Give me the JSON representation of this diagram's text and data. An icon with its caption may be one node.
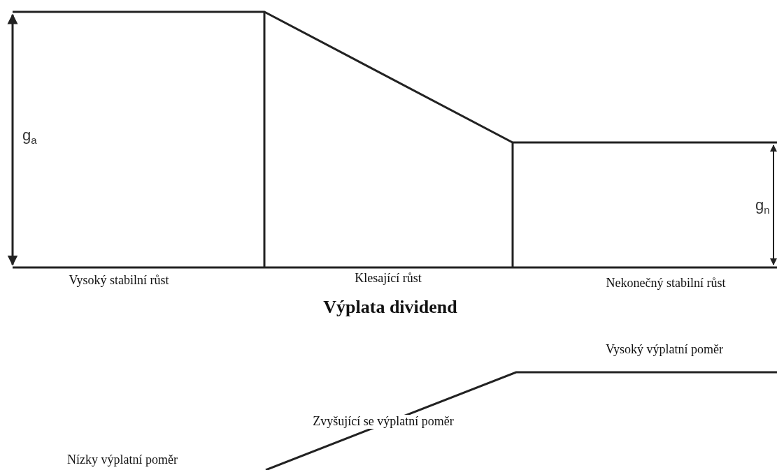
{
  "diagram": {
    "labels": [
      "g$_{a}$",
      "g$_{n}$",
      "Vysoký stabilní růst",
      "Klesající růst",
      "Nekonečný stabilní růst",
      "Výplata dividend",
      "Vysoký výplatní poměr",
      "Zvyšující se výplatní poměr",
      "Nízky výplatní poměr"
    ]
  }
}
